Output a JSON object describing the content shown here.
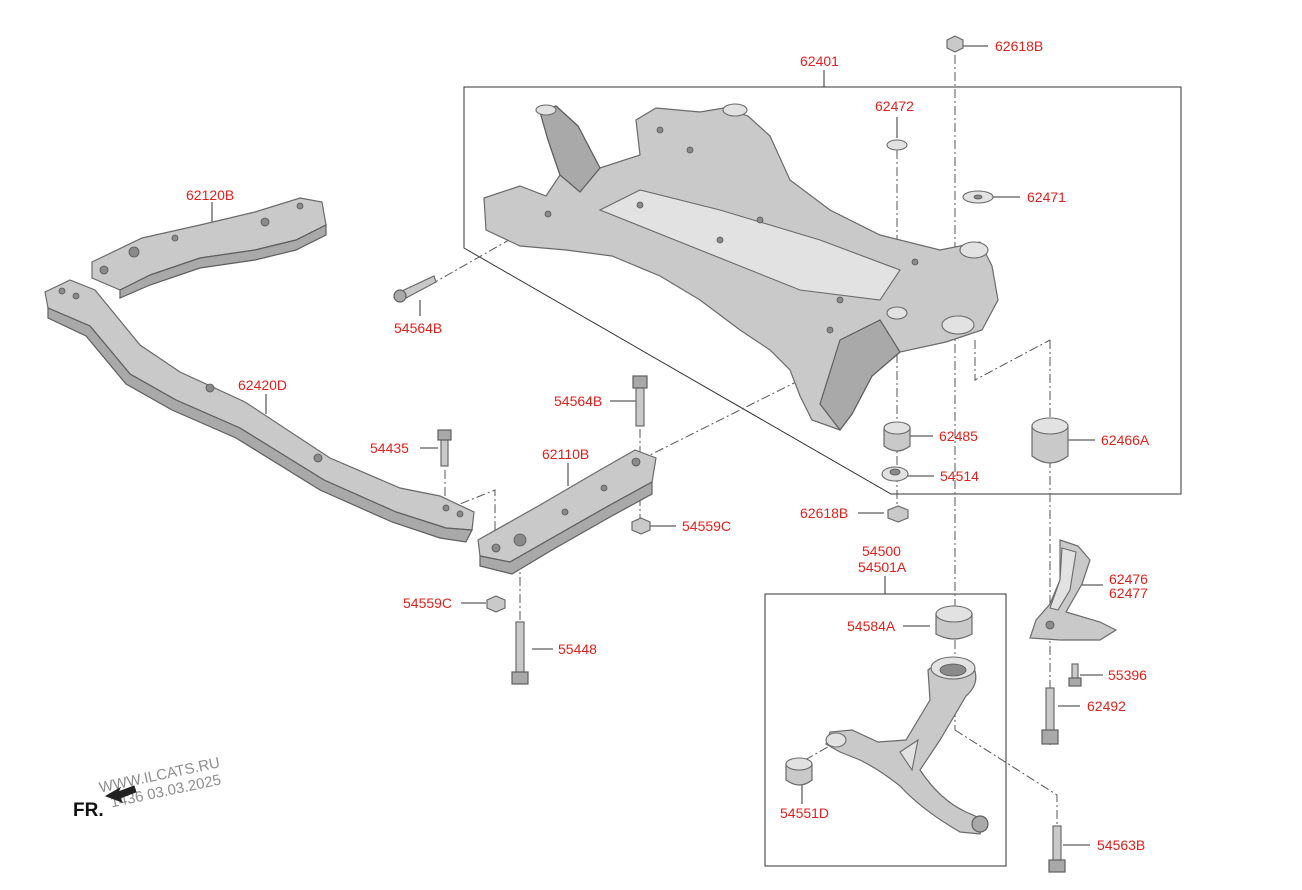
{
  "labels": {
    "p62618B_top": "62618B",
    "p62401": "62401",
    "p62472": "62472",
    "p62471": "62471",
    "p62120B": "62120B",
    "p54564B_left": "54564B",
    "p62420D": "62420D",
    "p54564B_mid": "54564B",
    "p54435": "54435",
    "p62110B": "62110B",
    "p62485": "62485",
    "p62466A": "62466A",
    "p54514": "54514",
    "p62618B_bot": "62618B",
    "p54559C_right": "54559C",
    "p54500": "54500",
    "p54501A": "54501A",
    "p62476": "62476",
    "p62477": "62477",
    "p54559C_left": "54559C",
    "p54584A": "54584A",
    "p55448": "55448",
    "p55396": "55396",
    "p62492": "62492",
    "p54551D": "54551D",
    "p54563B": "54563B"
  },
  "watermark": {
    "line1": "WWW.ILCATS.RU",
    "line2": "1436 03.03.2025"
  },
  "direction_label": "FR."
}
